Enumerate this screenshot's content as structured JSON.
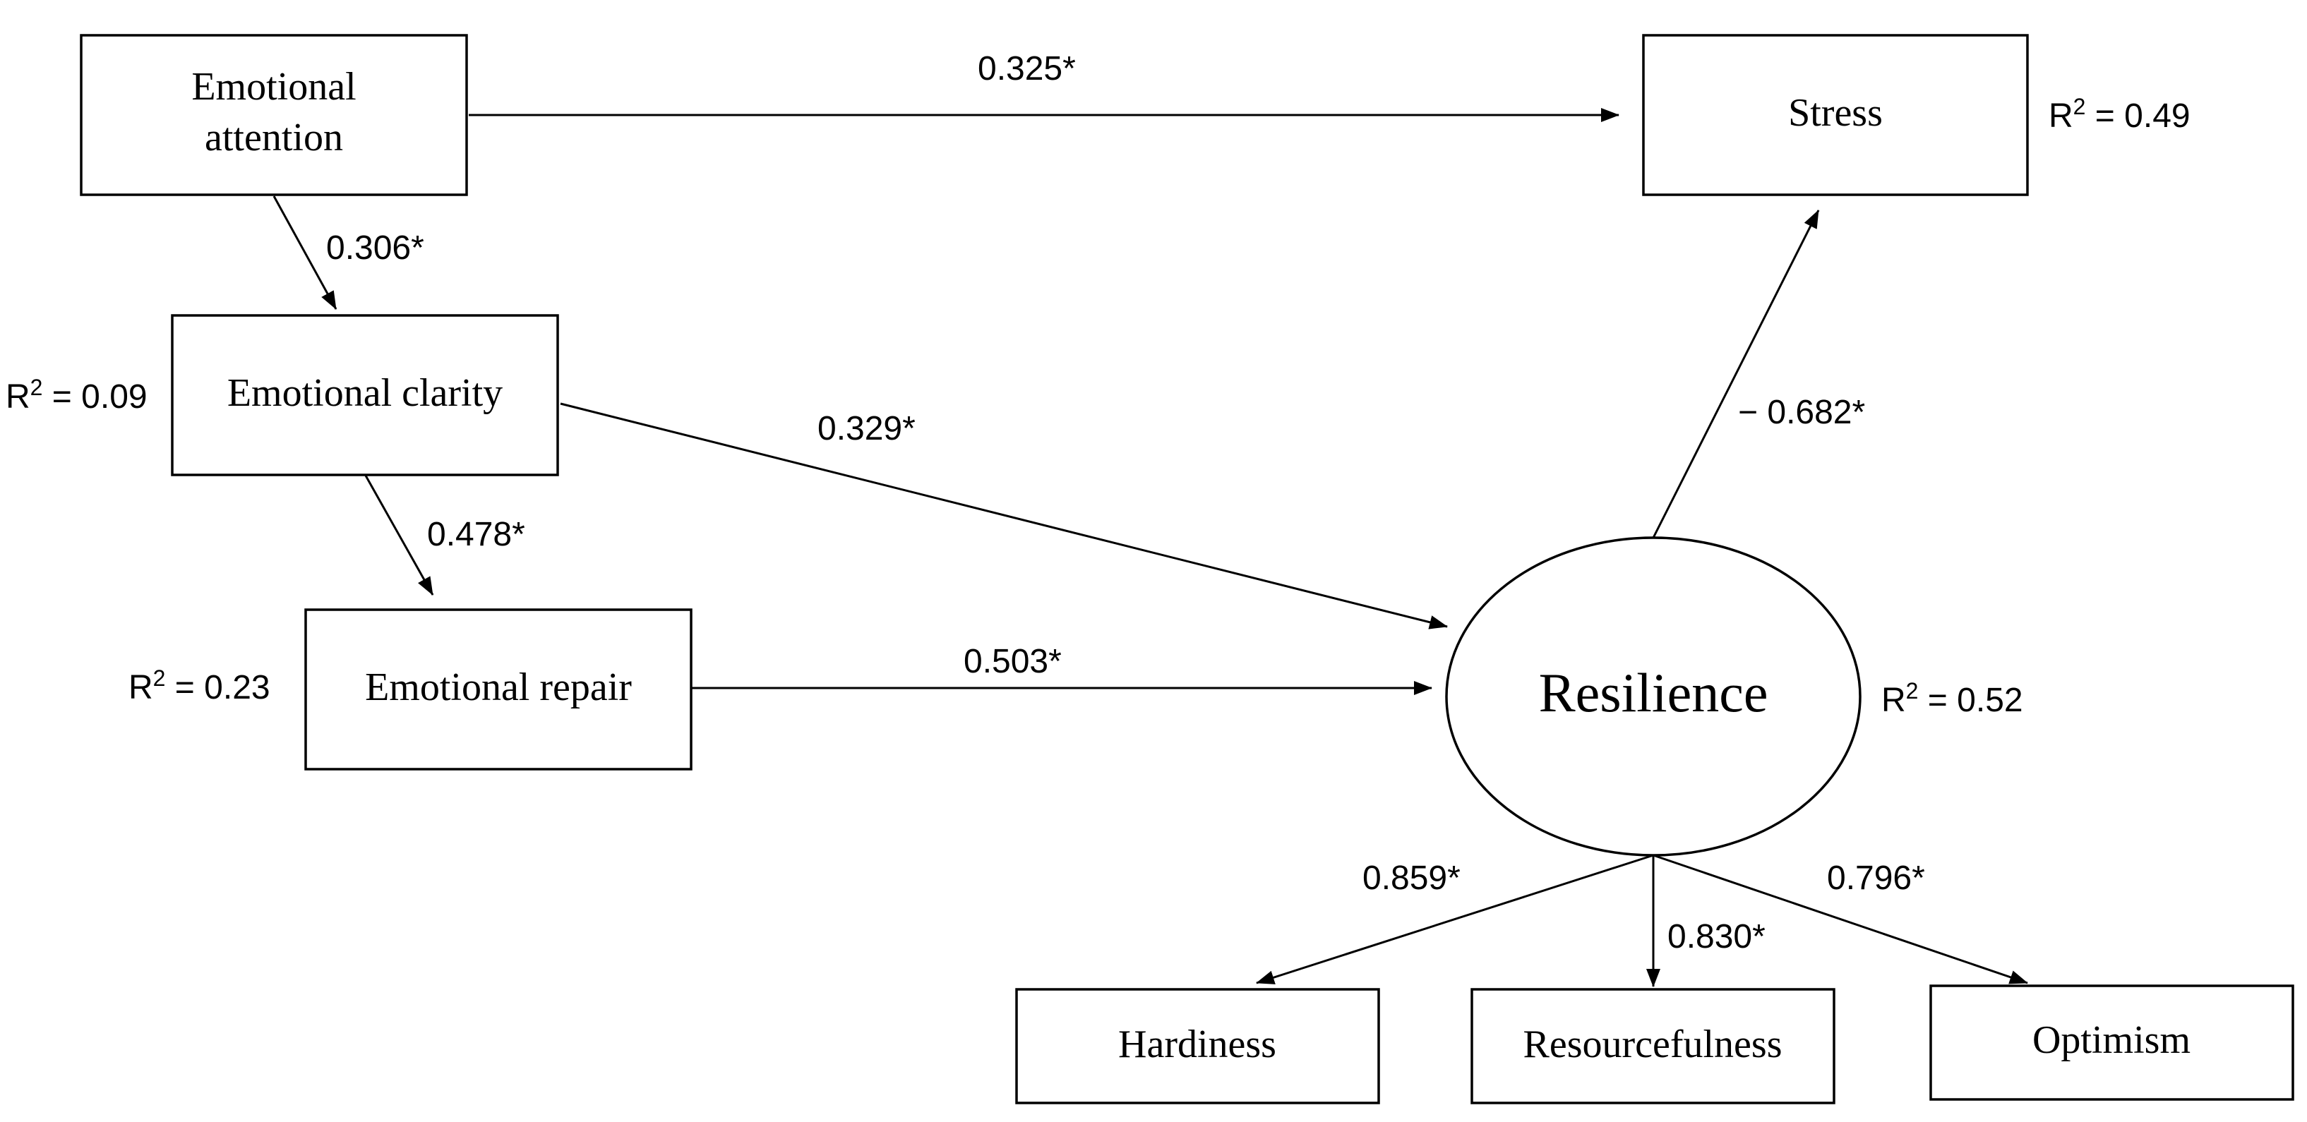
{
  "nodes": {
    "emotional_attention": {
      "line1": "Emotional",
      "line2": "attention"
    },
    "emotional_clarity": {
      "label": "Emotional clarity",
      "r2_prefix": "R",
      "r2_sup": "2",
      "r2_value": " = 0.09"
    },
    "emotional_repair": {
      "label": "Emotional repair",
      "r2_prefix": "R",
      "r2_sup": "2",
      "r2_value": " = 0.23"
    },
    "stress": {
      "label": "Stress",
      "r2_prefix": "R",
      "r2_sup": "2",
      "r2_value": " = 0.49"
    },
    "resilience": {
      "label": "Resilience",
      "r2_prefix": "R",
      "r2_sup": "2",
      "r2_value": " = 0.52"
    },
    "hardiness": {
      "label": "Hardiness"
    },
    "resourcefulness": {
      "label": "Resourcefulness"
    },
    "optimism": {
      "label": "Optimism"
    }
  },
  "edges": {
    "attention_to_stress": "0.325*",
    "attention_to_clarity": "0.306*",
    "clarity_to_repair": "0.478*",
    "clarity_to_resilience": "0.329*",
    "repair_to_resilience": "0.503*",
    "resilience_to_stress": "− 0.682*",
    "resilience_to_hardiness": "0.859*",
    "resilience_to_resourcefulness": "0.830*",
    "resilience_to_optimism": "0.796*"
  }
}
